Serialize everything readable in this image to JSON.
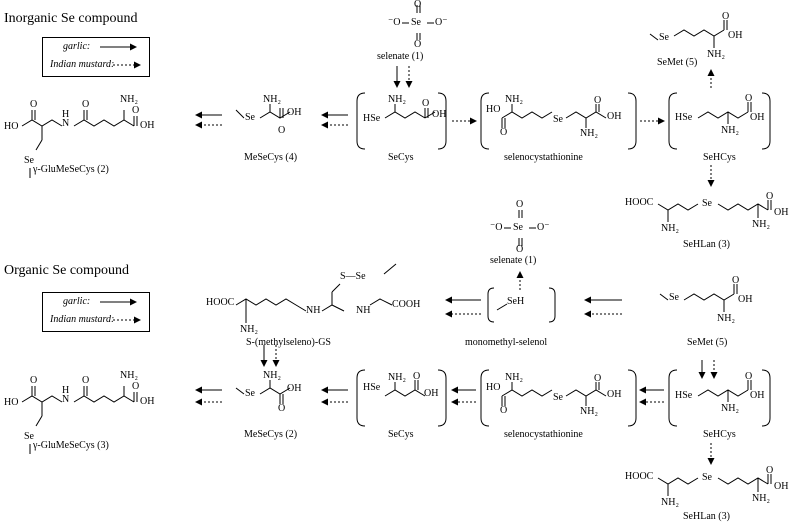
{
  "sections": {
    "inorganic": "Inorganic Se compound",
    "organic": "Organic Se compound"
  },
  "legend": {
    "garlic": "garlic:",
    "mustard": "Indian mustard:"
  },
  "inorganic": {
    "selenate": "selenate (1)",
    "secys": "SeCys",
    "selenocystathionine": "selenocystathionine",
    "sehcys": "SeHCys",
    "semet": "SeMet (5)",
    "sehlan": "SeHLan (3)",
    "mesecys": "MeSeCys (4)",
    "glumesecys": "γ-GluMeSeCys (2)"
  },
  "organic": {
    "selenate": "selenate (1)",
    "monomethyl_selenol": "monomethyl-selenol",
    "methylseleno_gs": "S-(methylseleno)-GS",
    "semet": "SeMet (5)",
    "sehcys": "SeHCys",
    "selenocystathionine": "selenocystathionine",
    "secys": "SeCys",
    "mesecys": "MeSeCys (2)",
    "glumesecys": "γ-GluMeSeCys (3)",
    "sehlan": "SeHLan (3)"
  },
  "atoms": {
    "o": "O",
    "oh": "OH",
    "ho": "HO",
    "nh2": "NH₂",
    "se": "Se",
    "hse": "HSe",
    "seh": "SeH",
    "se_ion": "Se",
    "o_minus": "O⁻",
    "minus_o": "⁻O",
    "hooc": "HOOC",
    "cooh": "COOH",
    "nh": "NH",
    "n": "N",
    "h": "H",
    "s_se": "S—Se"
  }
}
